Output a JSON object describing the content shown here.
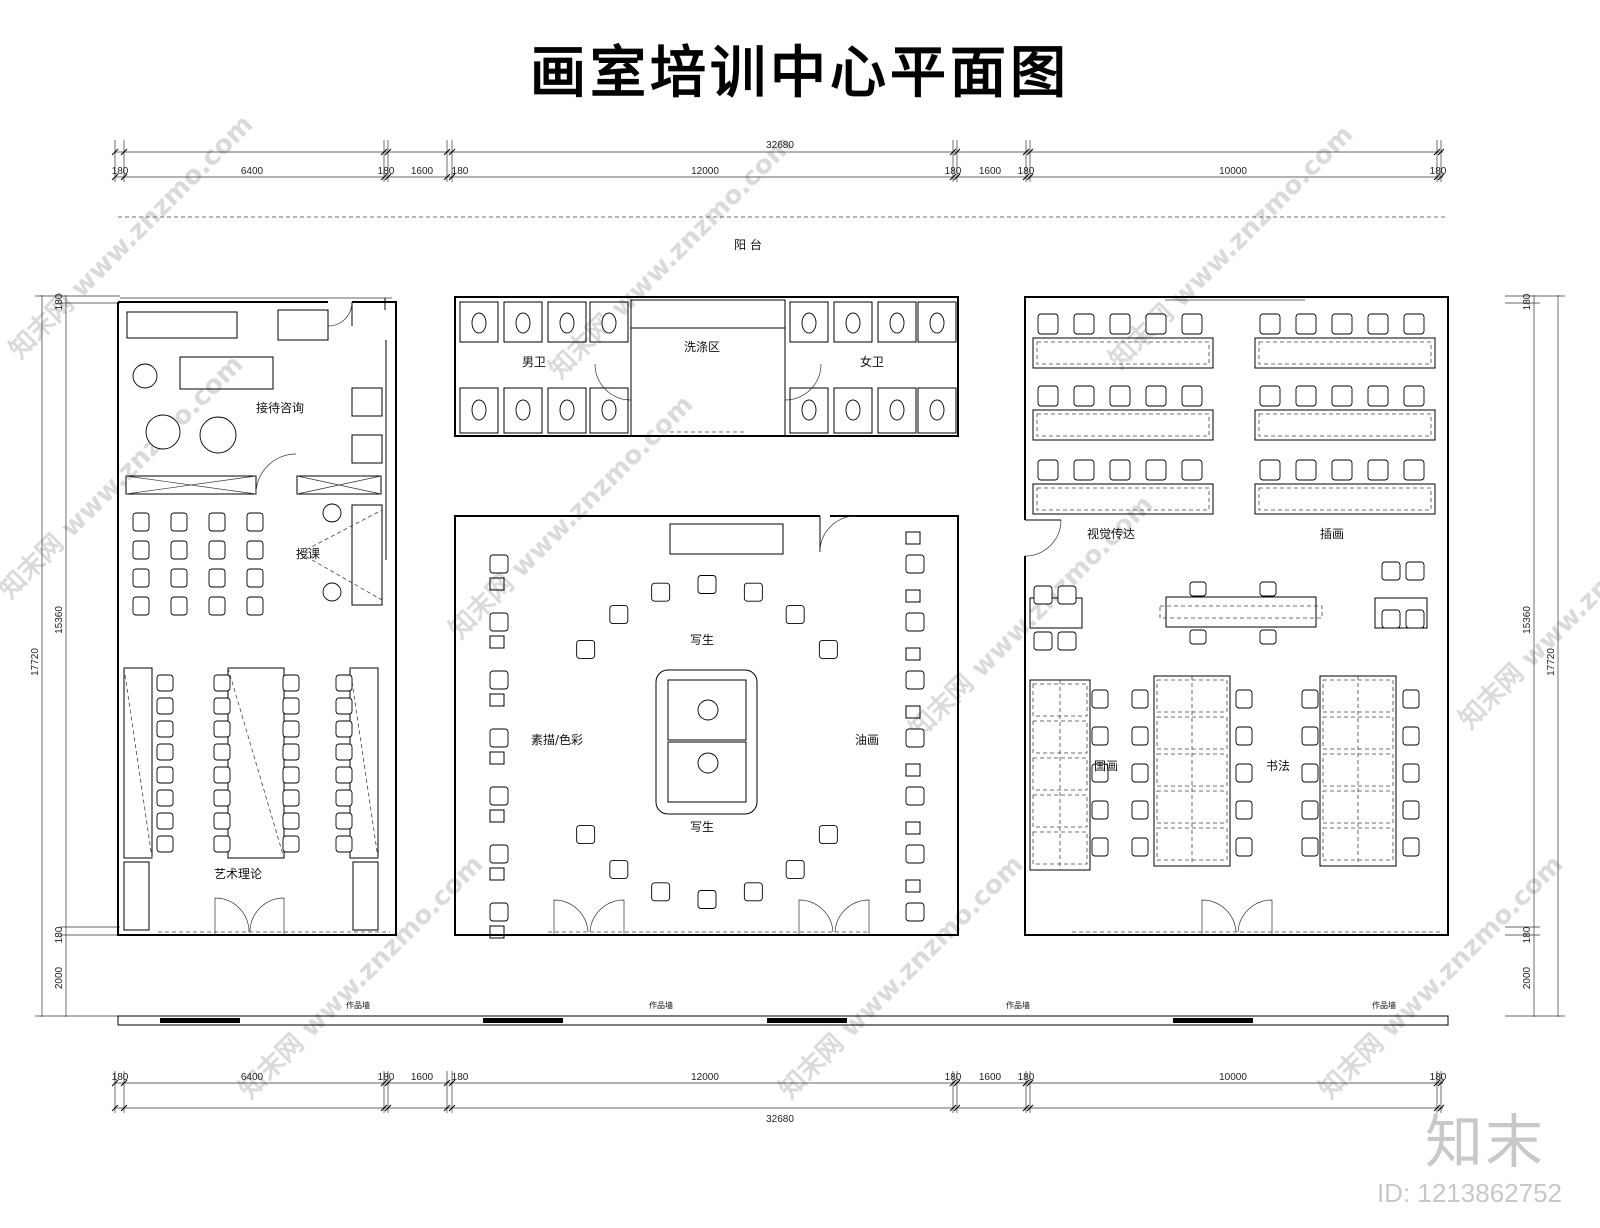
{
  "title": "画室培训中心平面图",
  "dimensions": {
    "top_total": "32680",
    "bottom_total": "32680",
    "segments": [
      "180",
      "6400",
      "180",
      "1600",
      "180",
      "12000",
      "180",
      "1600",
      "180",
      "10000",
      "180"
    ],
    "left_total": "17720",
    "left_inner": "15360",
    "left_wall": "180",
    "left_gap": "2000",
    "right_total": "17720",
    "right_inner": "15360",
    "right_wall": "180",
    "right_gap": "2000"
  },
  "zones": {
    "balcony": "阳 台",
    "reception": "接待咨询",
    "lecture": "授课",
    "art_theory": "艺术理论",
    "mens_wc": "男卫",
    "wash_area": "洗涤区",
    "womens_wc": "女卫",
    "sketch_color": "素描/色彩",
    "life_drawing_top": "写生",
    "life_drawing_bottom": "写生",
    "oil_painting": "油画",
    "visual_comm": "视觉传达",
    "illustration": "插画",
    "chinese_painting": "国画",
    "calligraphy": "书法"
  },
  "gallery_wall_labels": [
    "作品墙",
    "作品墙",
    "作品墙",
    "作品墙"
  ],
  "watermark": {
    "brand": "知末",
    "site": "知末网 www.znzmo.com",
    "id": "ID: 1213862752"
  }
}
